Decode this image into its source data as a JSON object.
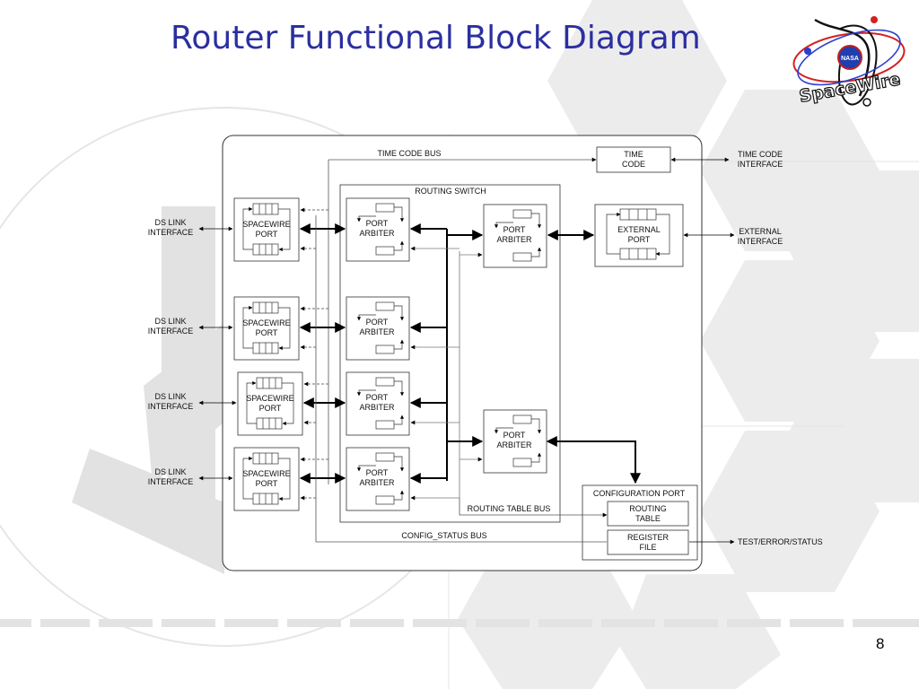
{
  "slide": {
    "title": "Router Functional Block Diagram",
    "page_number": "8",
    "logo_text": "SpaceWire",
    "logo_badge": "NASA"
  },
  "diagram": {
    "time_code_bus": "TIME CODE BUS",
    "time_code_block": [
      "TIME",
      "CODE"
    ],
    "time_code_interface": [
      "TIME CODE",
      "INTERFACE"
    ],
    "routing_switch": "ROUTING SWITCH",
    "spacewire_port": [
      "SPACEWIRE",
      "PORT"
    ],
    "port_arbiter": [
      "PORT",
      "ARBITER"
    ],
    "ds_link_interface": [
      "DS LINK",
      "INTERFACE"
    ],
    "external_port": [
      "EXTERNAL",
      "PORT"
    ],
    "external_interface": [
      "EXTERNAL",
      "INTERFACE"
    ],
    "configuration_port": "CONFIGURATION PORT",
    "routing_table": [
      "ROUTING",
      "TABLE"
    ],
    "register_file": [
      "REGISTER",
      "FILE"
    ],
    "routing_table_bus": "ROUTING TABLE BUS",
    "config_status_bus": "CONFIG_STATUS BUS",
    "test_error_status": "TEST/ERROR/STATUS"
  },
  "colors": {
    "title": "#2b2fa0",
    "background_shapes": "#e9e9e9",
    "logo_red": "#d42020",
    "logo_blue": "#2a3fd0"
  }
}
